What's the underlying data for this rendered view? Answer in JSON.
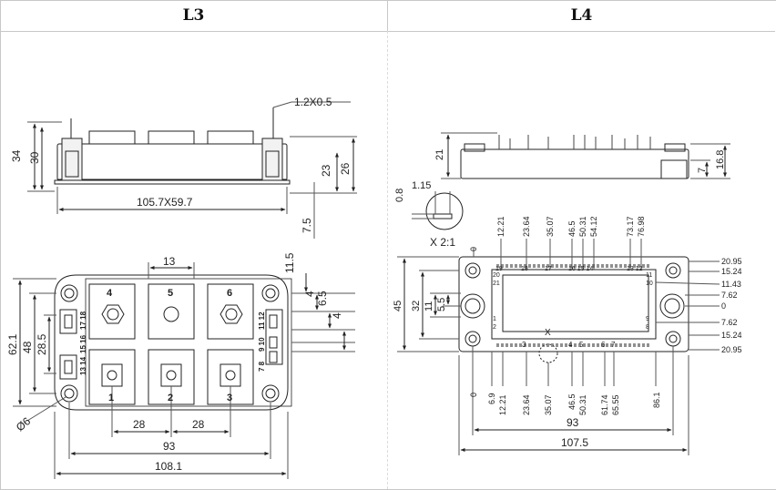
{
  "headers": {
    "left": "L3",
    "right": "L4"
  },
  "l3": {
    "side": {
      "pin_label": "1.2X0.5",
      "dims_left": [
        "34",
        "30"
      ],
      "dims_right": [
        "23",
        "26"
      ],
      "width": "105.7X59.7",
      "bottom": "7.5"
    },
    "top": {
      "terminals": [
        "4",
        "5",
        "6",
        "1",
        "2",
        "3"
      ],
      "left_pins": [
        "17 18",
        "15 16",
        "13 14"
      ],
      "right_pins": [
        "11 12",
        "9 10",
        "7 8"
      ],
      "dim_top": "13",
      "dims_right": [
        "11.5",
        "4",
        "6.5",
        "4"
      ],
      "dims_left": [
        "62.1",
        "48",
        "28.5"
      ],
      "bottom": [
        "28",
        "28",
        "93",
        "108.1"
      ],
      "hole": "Ø6"
    }
  },
  "l4": {
    "side": {
      "left": "21",
      "right": [
        "16.8",
        "7"
      ],
      "pin": [
        "0.8",
        "1.15"
      ],
      "detail": "X 2:1"
    },
    "top": {
      "top_dims": [
        "12.21",
        "23.64",
        "35.07",
        "46.5",
        "50.31",
        "54.12",
        "73.17",
        "76.98"
      ],
      "top_zero": "0",
      "top_pins": [
        "19",
        "18",
        "17",
        "16 15 14",
        "13 12"
      ],
      "right_dims": [
        "20.95",
        "15.24",
        "11.43",
        "7.62",
        "0",
        "7.62",
        "15.24",
        "20.95"
      ],
      "right_pins": [
        "11",
        "10",
        "9",
        "8"
      ],
      "left_pins": [
        "20",
        "21",
        "1",
        "2"
      ],
      "left_dims": [
        "45",
        "32",
        "11",
        "5.5"
      ],
      "bottom_pins": [
        "3",
        "X",
        "4",
        "5",
        "6",
        "7"
      ],
      "bottom_dims": [
        "0",
        "6.9",
        "12.21",
        "23.64",
        "35.07",
        "46.5",
        "50.31",
        "61.74",
        "65.55",
        "86.1"
      ],
      "width": [
        "93",
        "107.5"
      ]
    }
  }
}
